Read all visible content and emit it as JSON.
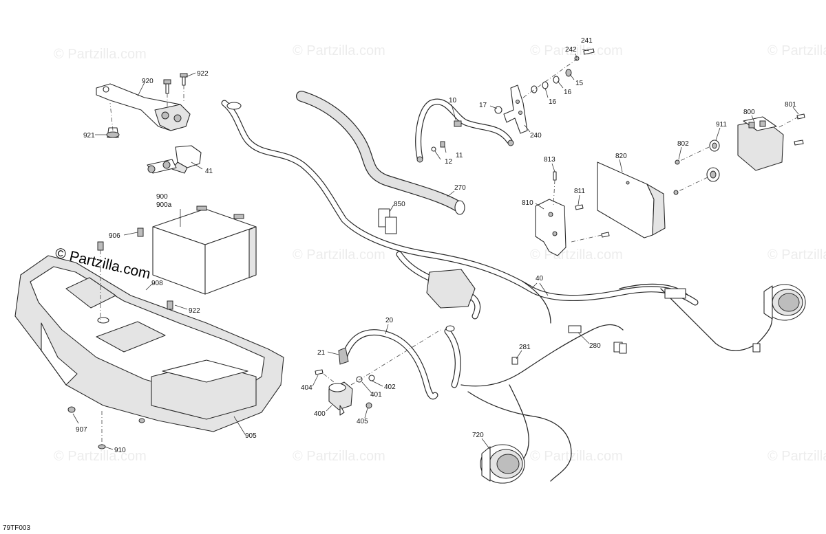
{
  "watermark": {
    "text": "© Partzilla.com",
    "prominent_text": "© Partzilla.com"
  },
  "reference_code": "79TF003",
  "callouts": {
    "c241": "241",
    "c242": "242",
    "c15": "15",
    "c16a": "16",
    "c16b": "16",
    "c17": "17",
    "c240": "240",
    "c10": "10",
    "c11": "11",
    "c12": "12",
    "c920": "920",
    "c922a": "922",
    "c921": "921",
    "c41": "41",
    "c270": "270",
    "c850": "850",
    "c900": "900",
    "c900a": "900a",
    "c906": "906",
    "c908": "908",
    "c922b": "922",
    "c907": "907",
    "c910": "910",
    "c905": "905",
    "c20": "20",
    "c21": "21",
    "c404": "404",
    "c402": "402",
    "c401": "401",
    "c400": "400",
    "c405": "405",
    "c40": "40",
    "c281": "281",
    "c280": "280",
    "c720": "720",
    "c800": "800",
    "c801": "801",
    "c911": "911",
    "c802": "802",
    "c820": "820",
    "c813": "813",
    "c811": "811",
    "c810": "810"
  }
}
